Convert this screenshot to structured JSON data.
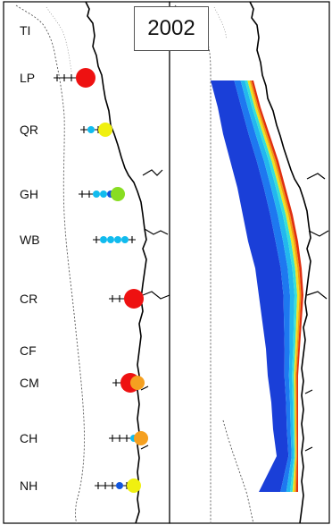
{
  "year": "2002",
  "colors": {
    "red": "#ee1111",
    "orange": "#f5a020",
    "yellow": "#f0f010",
    "green": "#88dd22",
    "cyan": "#11bbee",
    "blue": "#1155dd",
    "frame": "#000000",
    "coast": "#000000",
    "shelf_contour": "#555555"
  },
  "stations": [
    {
      "label": "TI",
      "markers": []
    },
    {
      "label": "LP",
      "markers": [
        "+",
        "+",
        "+",
        "+",
        "red-large"
      ]
    },
    {
      "label": "QR",
      "markers": [
        "+",
        "cyan",
        "+",
        "yellow-medium"
      ]
    },
    {
      "label": "GH",
      "markers": [
        "+",
        "+",
        "cyan",
        "cyan",
        "blue",
        "green-medium"
      ]
    },
    {
      "label": "WB",
      "markers": [
        "+",
        "cyan",
        "cyan",
        "cyan",
        "cyan",
        "+"
      ]
    },
    {
      "label": "CR",
      "markers": [
        "+",
        "+",
        "+",
        "red-large"
      ]
    },
    {
      "label": "CF",
      "markers": []
    },
    {
      "label": "CM",
      "markers": [
        "+",
        "+",
        "red-large",
        "orange-medium"
      ]
    },
    {
      "label": "CH",
      "markers": [
        "+",
        "+",
        "+",
        "cyan",
        "orange-medium"
      ]
    },
    {
      "label": "NH",
      "markers": [
        "+",
        "+",
        "+",
        "blue",
        "+",
        "yellow-medium"
      ]
    }
  ],
  "band_colors": [
    "#1a3fd8",
    "#1e78f0",
    "#22b8ee",
    "#36e0d8",
    "#f0e020",
    "#f59a10",
    "#e03010"
  ]
}
